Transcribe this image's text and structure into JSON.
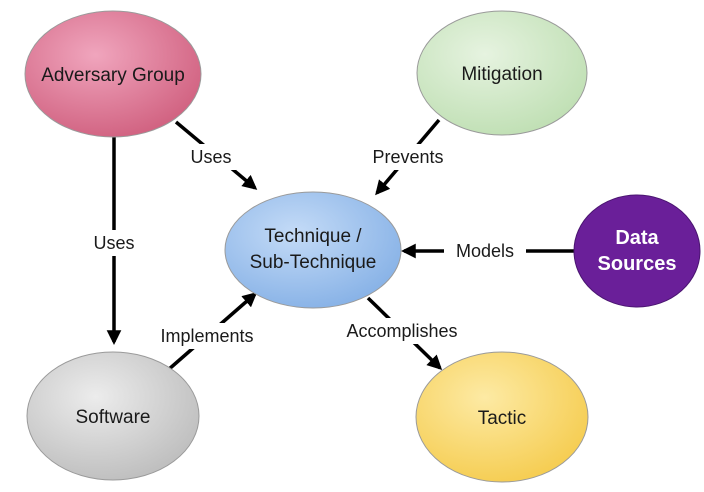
{
  "nodes": {
    "adversary_group": {
      "label": "Adversary Group",
      "color": "#d9708f"
    },
    "mitigation": {
      "label": "Mitigation",
      "color": "#cde6c3"
    },
    "technique": {
      "line1": "Technique /",
      "line2": "Sub-Technique",
      "color": "#9ec1ec"
    },
    "data_sources": {
      "line1": "Data",
      "line2": "Sources",
      "color": "#6a1f99"
    },
    "software": {
      "label": "Software",
      "color": "#cfcfcf"
    },
    "tactic": {
      "label": "Tactic",
      "color": "#f8d76b"
    }
  },
  "edges": {
    "adversary_uses_technique": "Uses",
    "adversary_uses_software": "Uses",
    "mitigation_prevents": "Prevents",
    "data_sources_models": "Models",
    "software_implements": "Implements",
    "technique_accomplishes": "Accomplishes"
  }
}
